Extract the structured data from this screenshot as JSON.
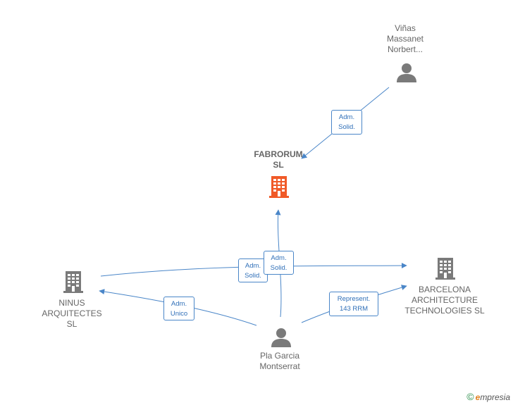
{
  "colors": {
    "edge": "#4a86c8",
    "company_icon": "#7a7a7a",
    "main_company_icon": "#f05a28",
    "person_icon": "#7a7a7a"
  },
  "nodes": {
    "fabrorum": {
      "line1": "FABRORUM",
      "line2": "SL",
      "icon": "building-icon"
    },
    "vinas": {
      "line1": "Viñas",
      "line2": "Massanet",
      "line3": "Norbert...",
      "icon": "person-icon"
    },
    "ninus": {
      "line1": "NINUS",
      "line2": "ARQUITECTES",
      "line3": "SL",
      "icon": "building-icon"
    },
    "barcelona": {
      "line1": "BARCELONA",
      "line2": "ARCHITECTURE",
      "line3": "TECHNOLOGIES SL",
      "icon": "building-icon"
    },
    "pla": {
      "line1": "Pla Garcia",
      "line2": "Montserrat",
      "icon": "person-icon"
    }
  },
  "edges": {
    "vinas_fabrorum": {
      "line1": "Adm.",
      "line2": "Solid."
    },
    "pla_fabrorum": {
      "line1": "Adm.",
      "line2": "Solid."
    },
    "ninus_barcelona": {
      "line1": "Adm.",
      "line2": "Solid."
    },
    "pla_ninus": {
      "line1": "Adm.",
      "line2": "Unico"
    },
    "pla_barcelona": {
      "line1": "Represent.",
      "line2": "143 RRM"
    }
  },
  "footer": {
    "copyright": "©",
    "brand_initial": "e",
    "brand_rest": "mpresia"
  }
}
